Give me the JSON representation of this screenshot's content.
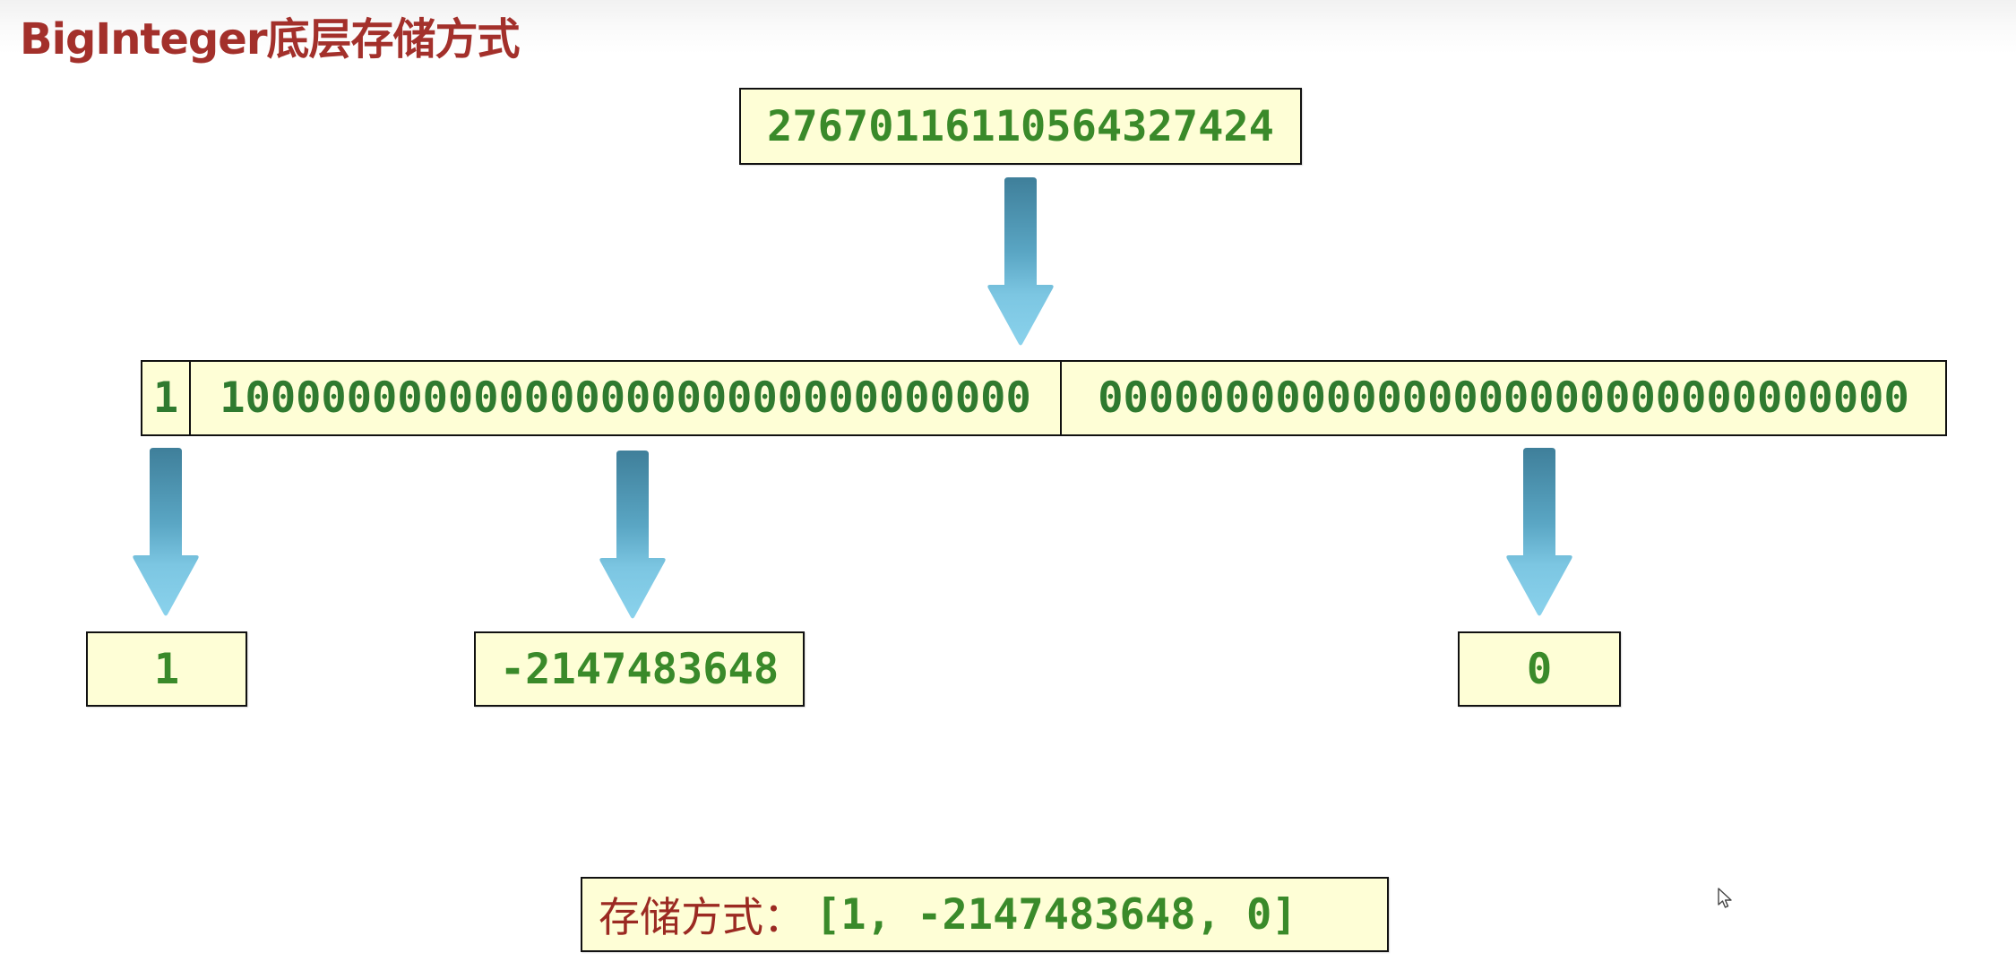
{
  "title": "BigInteger底层存储方式",
  "number": {
    "value": "27670116110564327424"
  },
  "binary": {
    "sign_bit": "1",
    "high_word": "10000000000000000000000000000000",
    "low_word": "00000000000000000000000000000000"
  },
  "results": [
    {
      "value": "1"
    },
    {
      "value": "-2147483648"
    },
    {
      "value": "0"
    }
  ],
  "summary": {
    "label": "存储方式：",
    "value": "[1, -2147483648, 0]"
  },
  "colors": {
    "title": "#a3302b",
    "box_fill": "#fefed6",
    "digit_green": "#3a8a2a",
    "arrow_top": "#3f87a3",
    "arrow_bottom": "#87cfe8"
  },
  "icons": {
    "arrow": "down-arrow-icon",
    "cursor": "mouse-pointer-icon"
  }
}
